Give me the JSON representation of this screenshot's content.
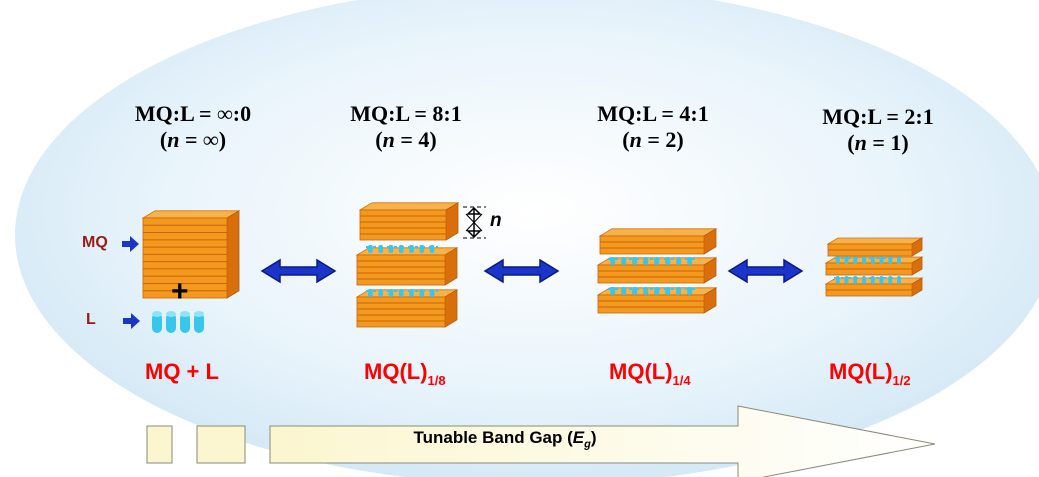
{
  "ratios": [
    {
      "text": "MQ:L = ∞:0",
      "n": "∞"
    },
    {
      "text": "MQ:L = 8:1",
      "n": "4"
    },
    {
      "text": "MQ:L = 4:1",
      "n": "2"
    },
    {
      "text": "MQ:L = 2:1",
      "n": "1"
    }
  ],
  "n_symbol": "n",
  "products": [
    {
      "main": "MQ + L",
      "sub": ""
    },
    {
      "main": "MQ(L)",
      "sub": "1/8"
    },
    {
      "main": "MQ(L)",
      "sub": "1/4"
    },
    {
      "main": "MQ(L)",
      "sub": "1/2"
    }
  ],
  "side_labels": {
    "mq": "MQ",
    "l": "L",
    "plus": "+"
  },
  "layer_thickness_label": "n",
  "banner": {
    "text": "Tunable Band Gap (",
    "symbol": "E",
    "symbol_sub": "g",
    "close": ")"
  },
  "colors": {
    "ellipse": "#d7ecf8",
    "slab": "#f39a1e",
    "slab_dark": "#d96f0b",
    "ligand": "#38c6ea",
    "arrow": "#1c35c9",
    "banner": "#fbf7d2",
    "product_text": "#ff0000"
  }
}
